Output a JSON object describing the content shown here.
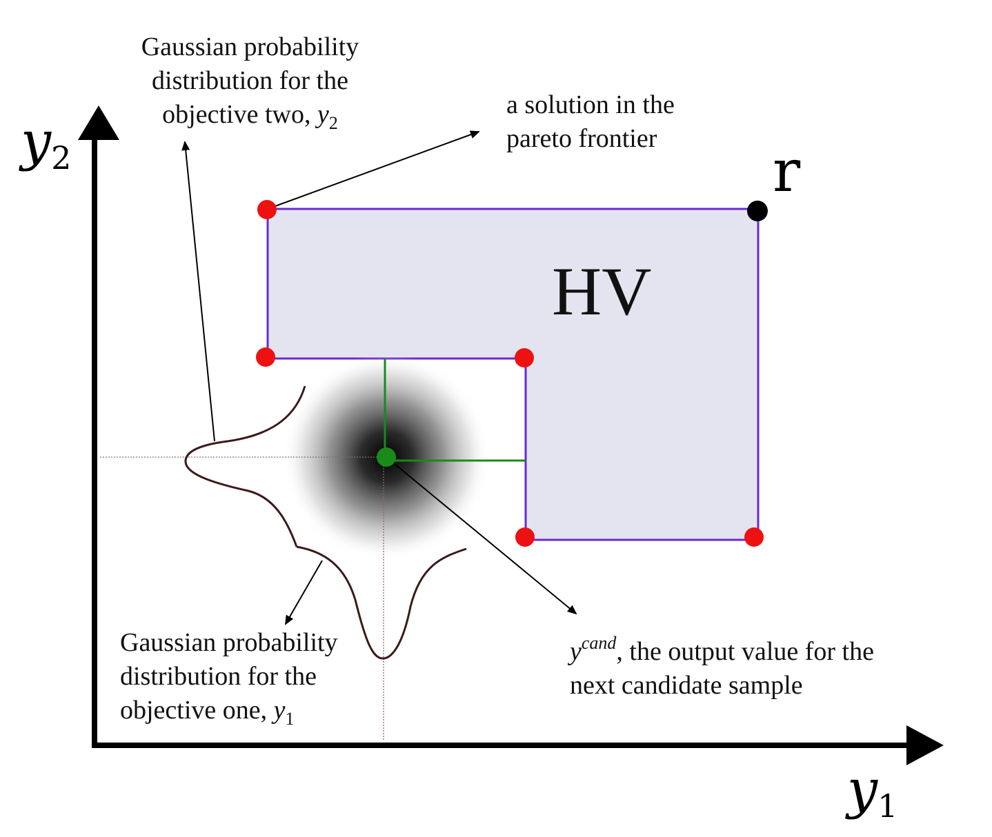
{
  "axes": {
    "x_label": "y",
    "x_label_sub": "1",
    "y_label": "y",
    "y_label_sub": "2"
  },
  "region": {
    "label": "HV",
    "fill": "#e4e4f0",
    "outline": "#6a28d8"
  },
  "reference_point": {
    "label": "r",
    "color": "#000000"
  },
  "pareto_points": {
    "color": "#ee1111",
    "count": 5
  },
  "candidate": {
    "color": "#1a8a1a",
    "connector_color": "#1a8a1a"
  },
  "annotations": {
    "pareto_note": {
      "line1": "a solution in the",
      "line2": "pareto frontier"
    },
    "gauss_y2": {
      "line1": "Gaussian probability",
      "line2": "distribution for the",
      "line3_prefix": "objective two, ",
      "var": "y",
      "sub": "2"
    },
    "gauss_y1": {
      "line1": "Gaussian probability",
      "line2": "distribution for the",
      "line3_prefix": "objective one, ",
      "var": "y",
      "sub": "1"
    },
    "candidate_note": {
      "var": "y",
      "sup": "cand",
      "line1_suffix": ", the output value for the",
      "line2": "next candidate sample"
    }
  }
}
